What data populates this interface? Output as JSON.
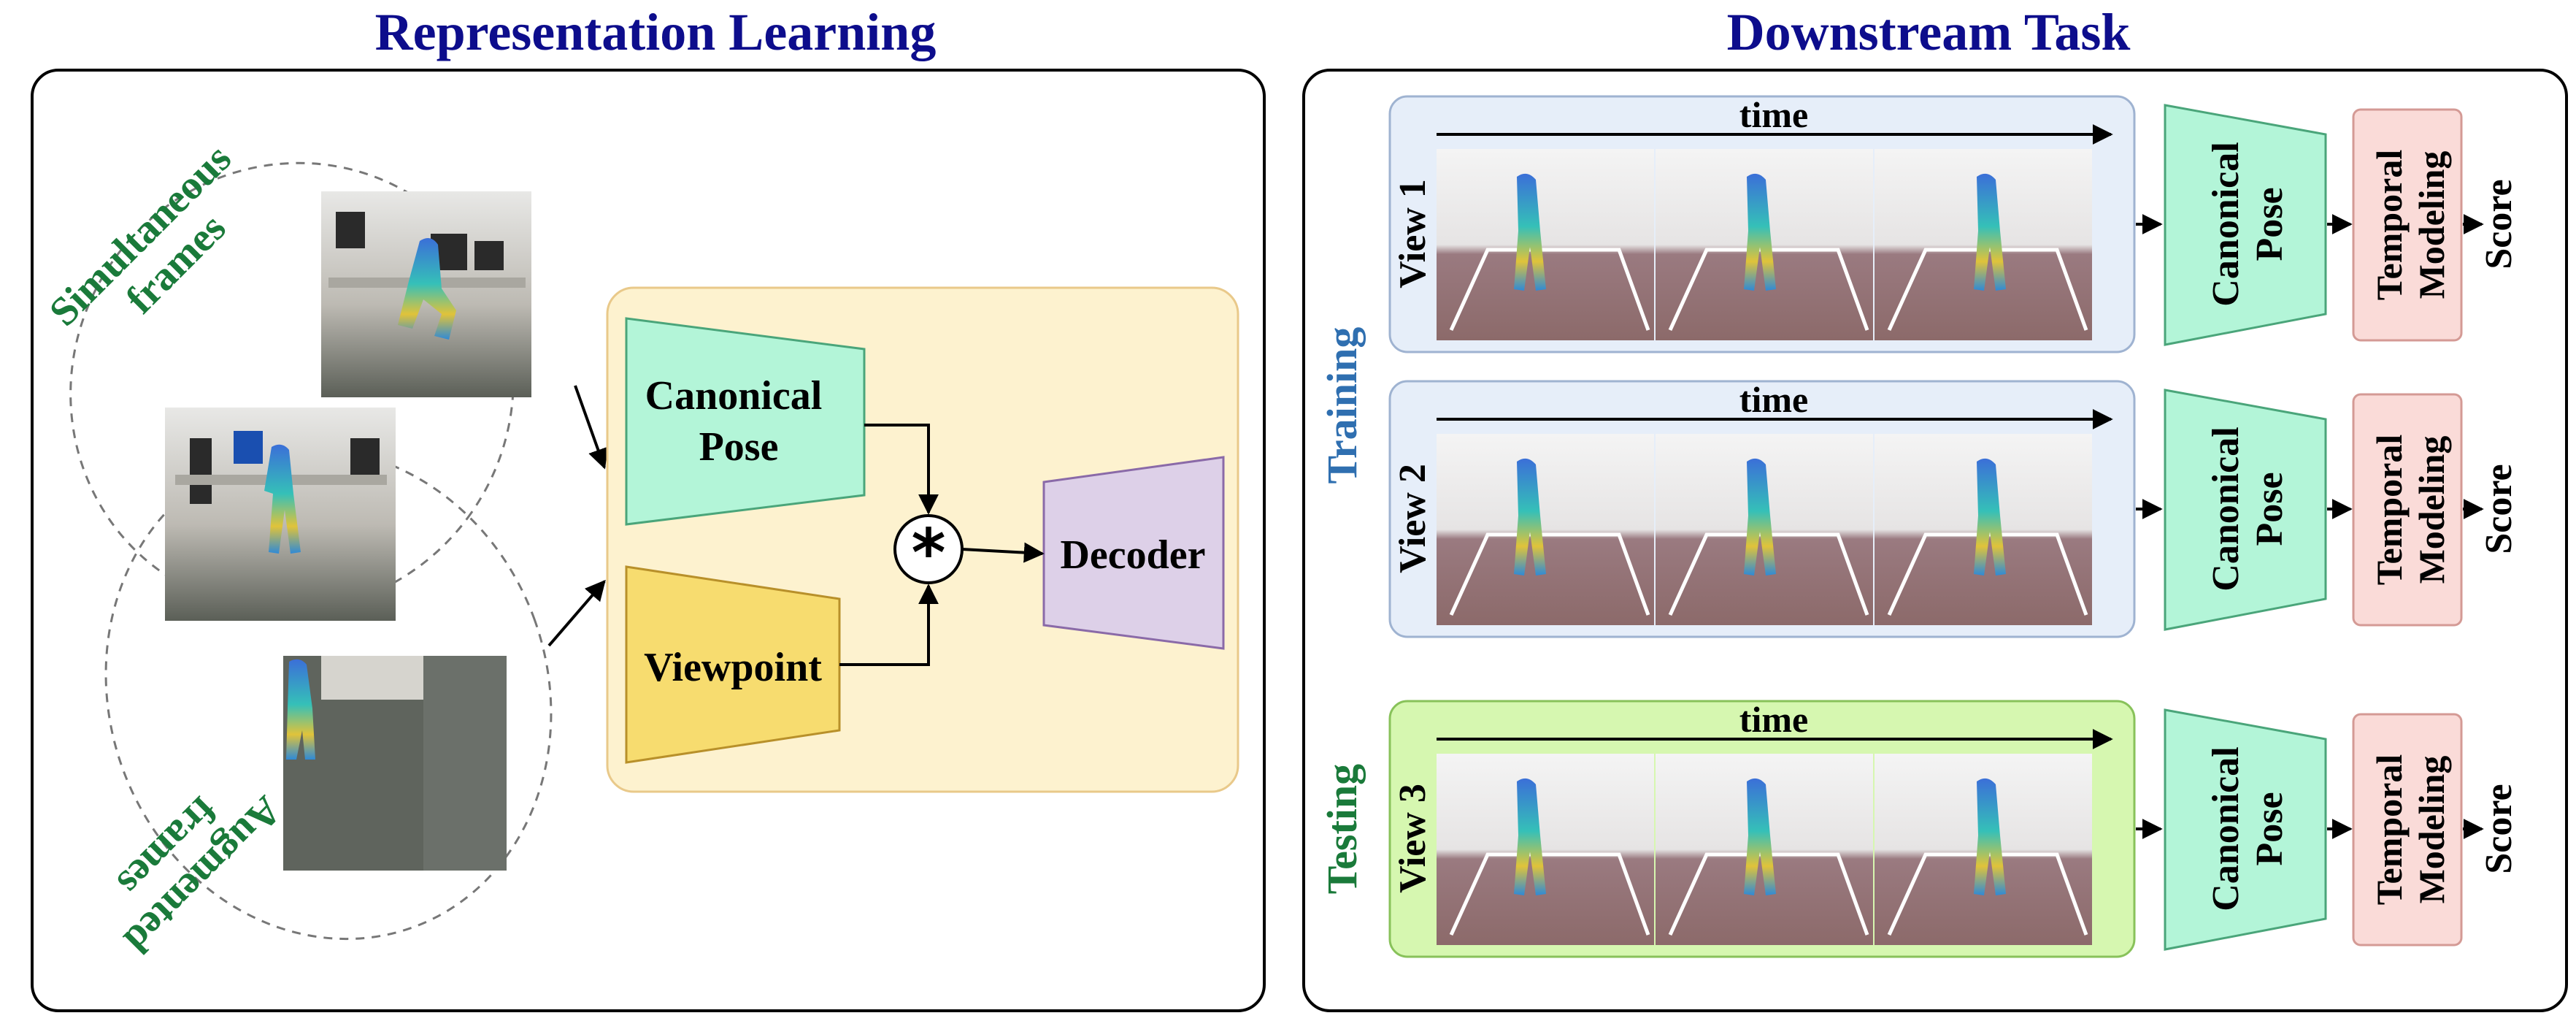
{
  "left_panel": {
    "title": "Representation Learning",
    "simultaneous_label": [
      "Simultaneous",
      "frames"
    ],
    "augmented_label": [
      "Augmented",
      "frames"
    ],
    "canonical_pose": [
      "Canonical",
      "Pose"
    ],
    "viewpoint": "Viewpoint",
    "decoder": "Decoder",
    "combine_symbol": "*"
  },
  "right_panel": {
    "title": "Downstream Task",
    "training_label": "Training",
    "testing_label": "Testing",
    "rows": [
      {
        "view": "View 1",
        "time": "time",
        "canonical": [
          "Canonical",
          "Pose"
        ],
        "temporal": [
          "Temporal",
          "Modeling"
        ],
        "score": "Score"
      },
      {
        "view": "View 2",
        "time": "time",
        "canonical": [
          "Canonical",
          "Pose"
        ],
        "temporal": [
          "Temporal",
          "Modeling"
        ],
        "score": "Score"
      },
      {
        "view": "View 3",
        "time": "time",
        "canonical": [
          "Canonical",
          "Pose"
        ],
        "temporal": [
          "Temporal",
          "Modeling"
        ],
        "score": "Score"
      }
    ]
  },
  "colors": {
    "title": "#0d0d8c",
    "green_label": "#1a7a3a",
    "blue_label": "#2f6fb0",
    "canonical_fill": "#b3f5d8",
    "viewpoint_fill": "#f7dc6f",
    "decoder_fill": "#ddd0e8",
    "temporal_fill": "#fadbd8",
    "training_bg": "#e6eef9",
    "testing_bg": "#d6f7b0",
    "model_bg": "#fdf2cf"
  }
}
